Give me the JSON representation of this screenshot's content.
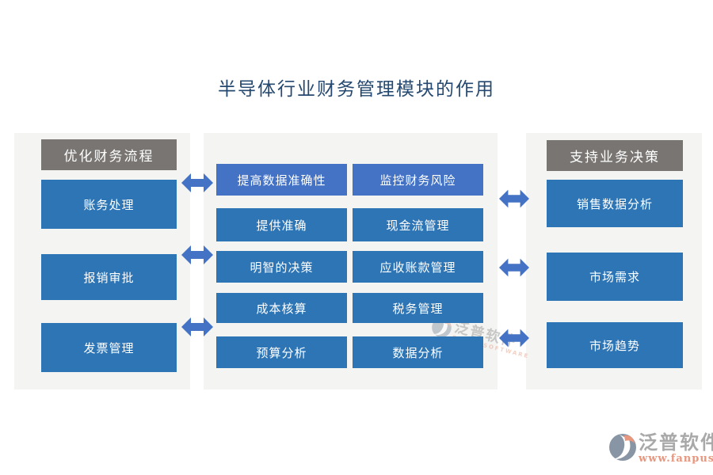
{
  "title": "半导体行业财务管理模块的作用",
  "left_panel": {
    "header": "优化财务流程",
    "items": [
      "账务处理",
      "报销审批",
      "发票管理"
    ]
  },
  "center_panel": {
    "boxes": [
      "提高数据准确性",
      "监控财务风险",
      "提供准确",
      "现金流管理",
      "明智的决策",
      "应收账款管理",
      "成本核算",
      "税务管理",
      "预算分析",
      "数据分析"
    ]
  },
  "right_panel": {
    "header": "支持业务决策",
    "items": [
      "销售数据分析",
      "市场需求",
      "市场趋势"
    ]
  },
  "watermarks": {
    "center": {
      "brand": "泛普软件",
      "subbrand": "FANPU SOFTWARE"
    },
    "footer": {
      "brand": "泛普软件",
      "url": "www.fanpusoft.com"
    }
  },
  "colors": {
    "title_text": "#24486f",
    "header_bg": "#787572",
    "box_blue": "#2e75b6",
    "box_indigo": "#4472c4",
    "arrow": "#4472c4",
    "panel_bg": "#f4f4f3",
    "footer_brand": "#a9a9a9",
    "footer_url": "#e9967e"
  }
}
